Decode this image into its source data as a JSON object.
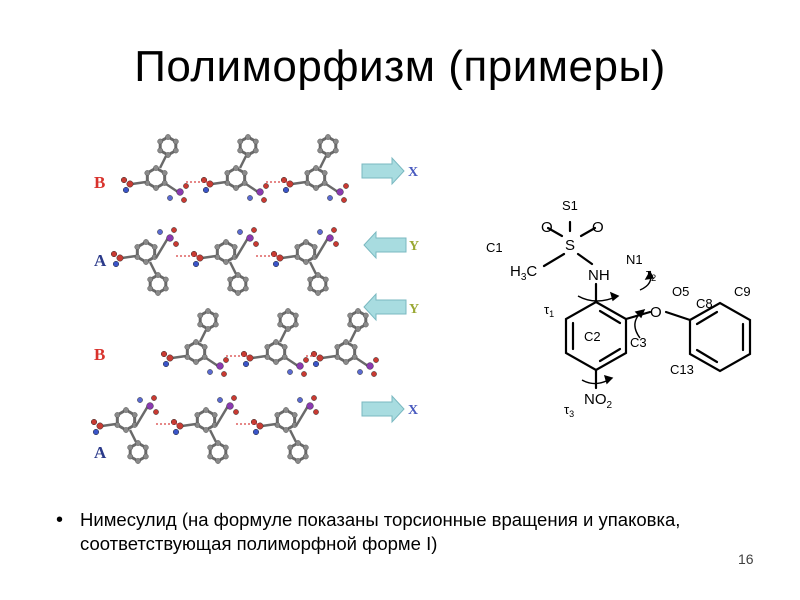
{
  "slide": {
    "title": "Полиморфизм (примеры)",
    "page_number": "16"
  },
  "packing_figure": {
    "layer_labels": [
      "B",
      "A",
      "B",
      "A"
    ],
    "arrow_labels": [
      "X",
      "Y",
      "Y",
      "X"
    ],
    "colors": {
      "label_B": "#d8322c",
      "label_A": "#2b3a8a",
      "label_X": "#4a5bbf",
      "label_Y": "#9aa834",
      "arrow_fill": "#a8dce0",
      "arrow_stroke": "#7ab8c0"
    }
  },
  "formula": {
    "labels": {
      "s1": "S1",
      "c1": "C1",
      "n1": "N1",
      "tau1": "τ1",
      "tau2": "τ2",
      "tau3": "τ3",
      "c2": "C2",
      "c3": "C3",
      "o5": "O5",
      "c8": "C8",
      "c9": "C9",
      "c13": "C13"
    },
    "groups": {
      "o_left": "O",
      "s": "S",
      "o_right": "O",
      "h3c": "H3C",
      "nh": "NH",
      "o_ether": "O",
      "no2": "NO2"
    }
  },
  "bullets": [
    {
      "marker": "•",
      "text": "Нимесулид (на формуле показаны торсионные вращения и упаковка, соответствующая полиморфной форме I)"
    }
  ]
}
